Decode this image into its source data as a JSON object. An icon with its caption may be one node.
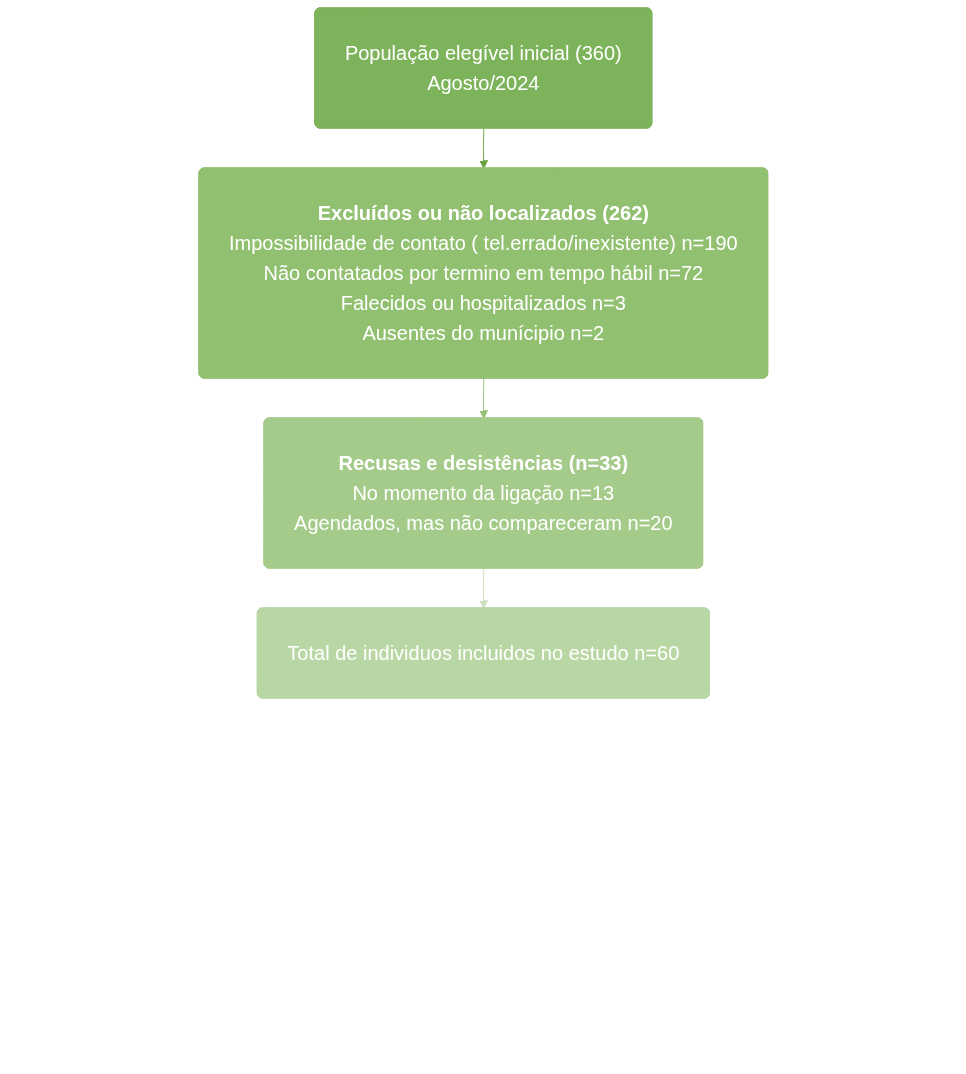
{
  "diagram": {
    "nodes": [
      {
        "text": [
          "População elegível inicial (360)",
          "Agosto/2024"
        ]
      },
      {
        "text": [
          "Excluídos ou não localizados (262)",
          "Impossibilidade de contato ( tel.errado/inexistente) n=190",
          "Não contatados por termino em tempo hábil n=72",
          "Falecidos ou hospitalizados n=3",
          "Ausentes do munícipio n=2"
        ]
      },
      {
        "text": [
          "Recusas e desistências (n=33)",
          "No momento da ligação n=13",
          "Agendados, mas não compareceram n=20"
        ]
      },
      {
        "text": [
          "Total de individuos incluidos no estudo n=60"
        ]
      }
    ],
    "edges": [
      {
        "from": 0,
        "to": 1,
        "arrow": "to",
        "color": "#6aa33f"
      },
      {
        "from": 1,
        "to": 2,
        "arrow": "to",
        "color": "#94c076"
      },
      {
        "from": 2,
        "to": 3,
        "arrow": "to",
        "color": "#cde0c0"
      }
    ]
  }
}
